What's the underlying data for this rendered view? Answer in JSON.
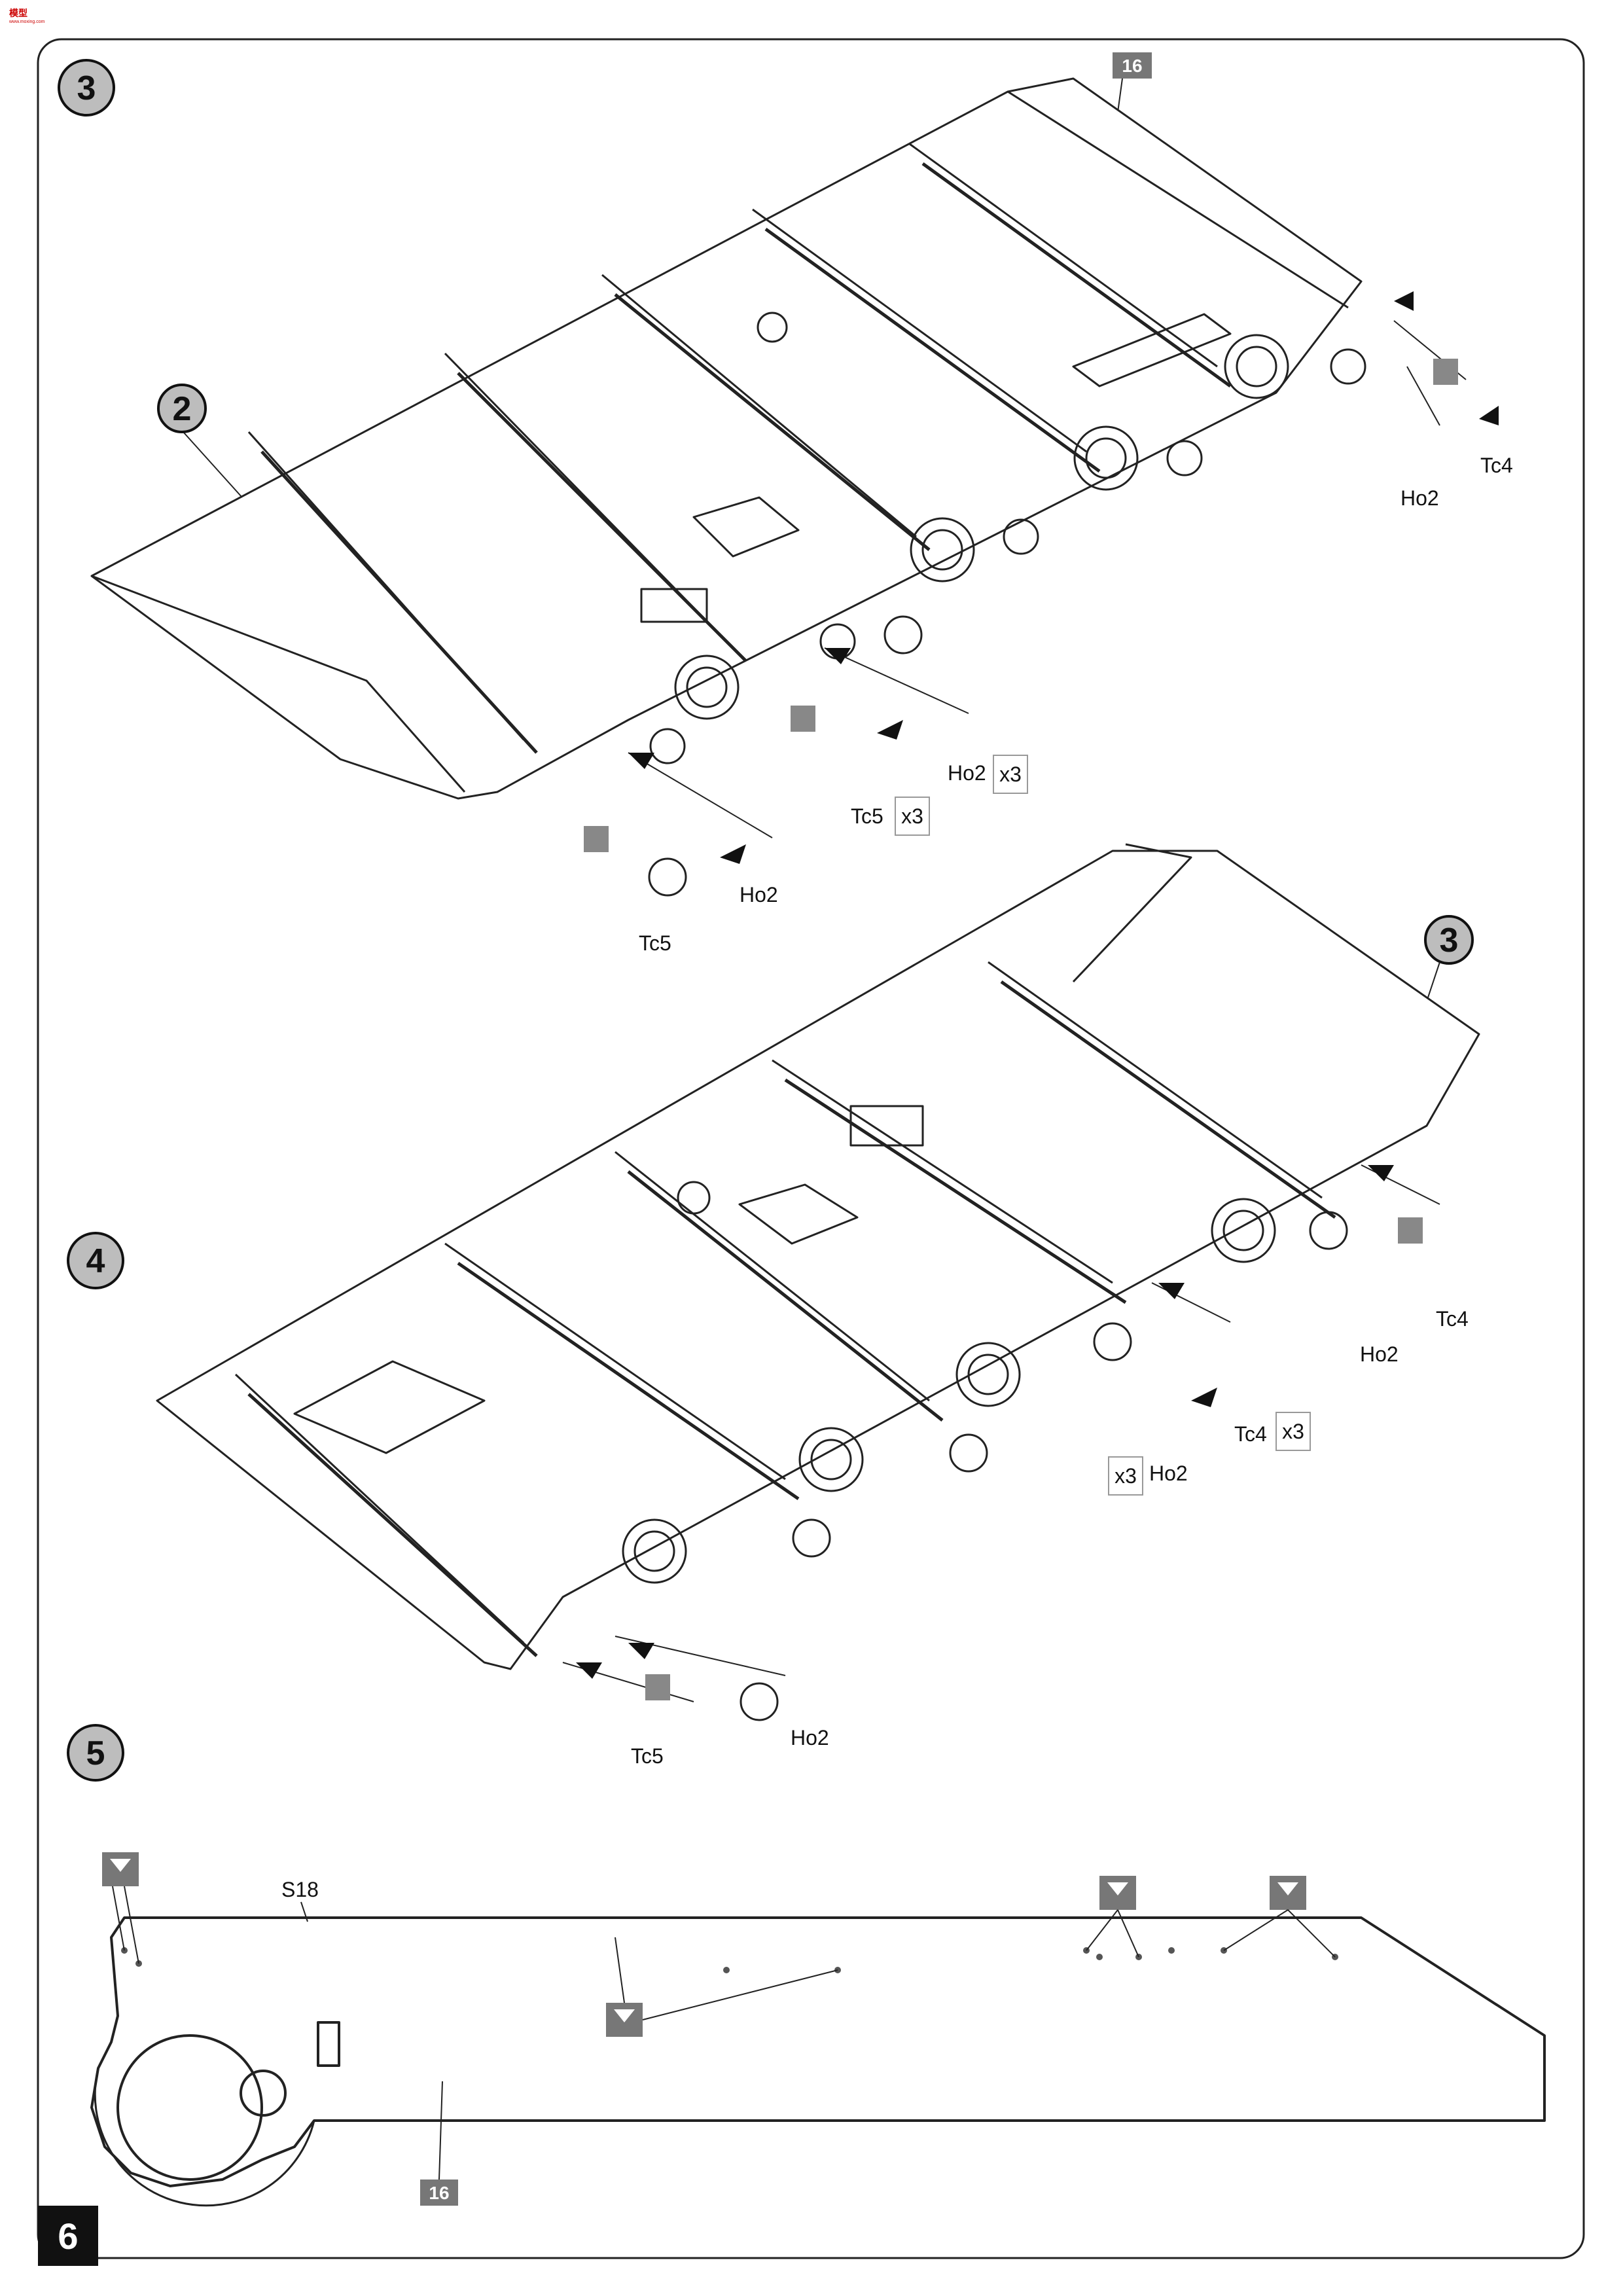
{
  "logo": {
    "text": "模型",
    "subtext": "www.moxing.com"
  },
  "page_number": "6",
  "steps": [
    {
      "number": "3"
    },
    {
      "number": "4"
    },
    {
      "number": "5"
    }
  ],
  "sub_refs": {
    "step3_sub": "2",
    "step4_sub": "3"
  },
  "color_tag": "16",
  "parts": {
    "ho2": "Ho2",
    "tc4": "Tc4",
    "tc5": "Tc5",
    "s18": "S18",
    "x3": "x3"
  }
}
